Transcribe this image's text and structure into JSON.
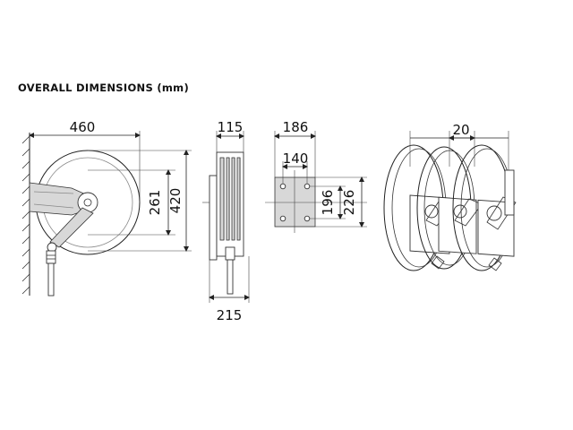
{
  "heading": "OVERALL DIMENSIONS (mm)",
  "dimensions": {
    "front_width": "460",
    "front_drum_height": "261",
    "front_total_height": "420",
    "side_top_width": "115",
    "side_bottom_width": "215",
    "plate_outer_width": "186",
    "plate_hole_width": "140",
    "plate_hole_height": "196",
    "plate_outer_height": "226",
    "spacing": "20"
  }
}
